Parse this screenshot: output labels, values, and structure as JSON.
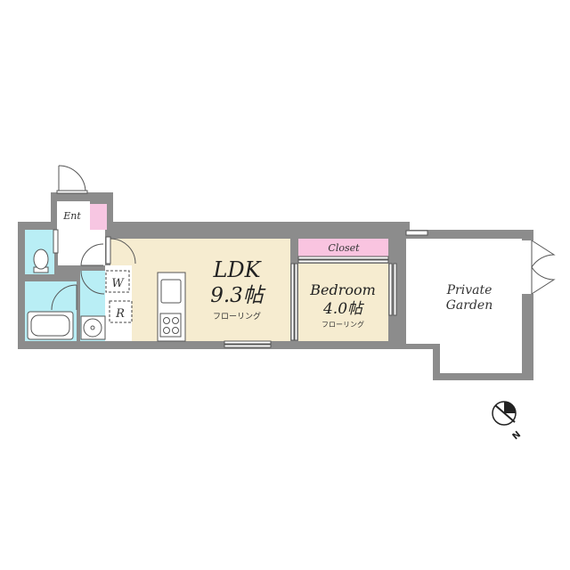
{
  "labels": {
    "entrance": "Ent",
    "washer": "W",
    "fridge": "R",
    "ldk_name": "LDK",
    "ldk_size": "9.3帖",
    "ldk_floor": "フローリング",
    "closet": "Closet",
    "bedroom_name": "Bedroom",
    "bedroom_size": "4.0帖",
    "bedroom_floor": "フローリング",
    "garden_line1": "Private",
    "garden_line2": "Garden",
    "north": "N"
  },
  "colors": {
    "wall": "#8c8c8c",
    "wet_area": "#b9eef5",
    "living_floor": "#f6ecd0",
    "closet": "#f9c4e0",
    "entrance_storage": "#f7c6e2"
  }
}
